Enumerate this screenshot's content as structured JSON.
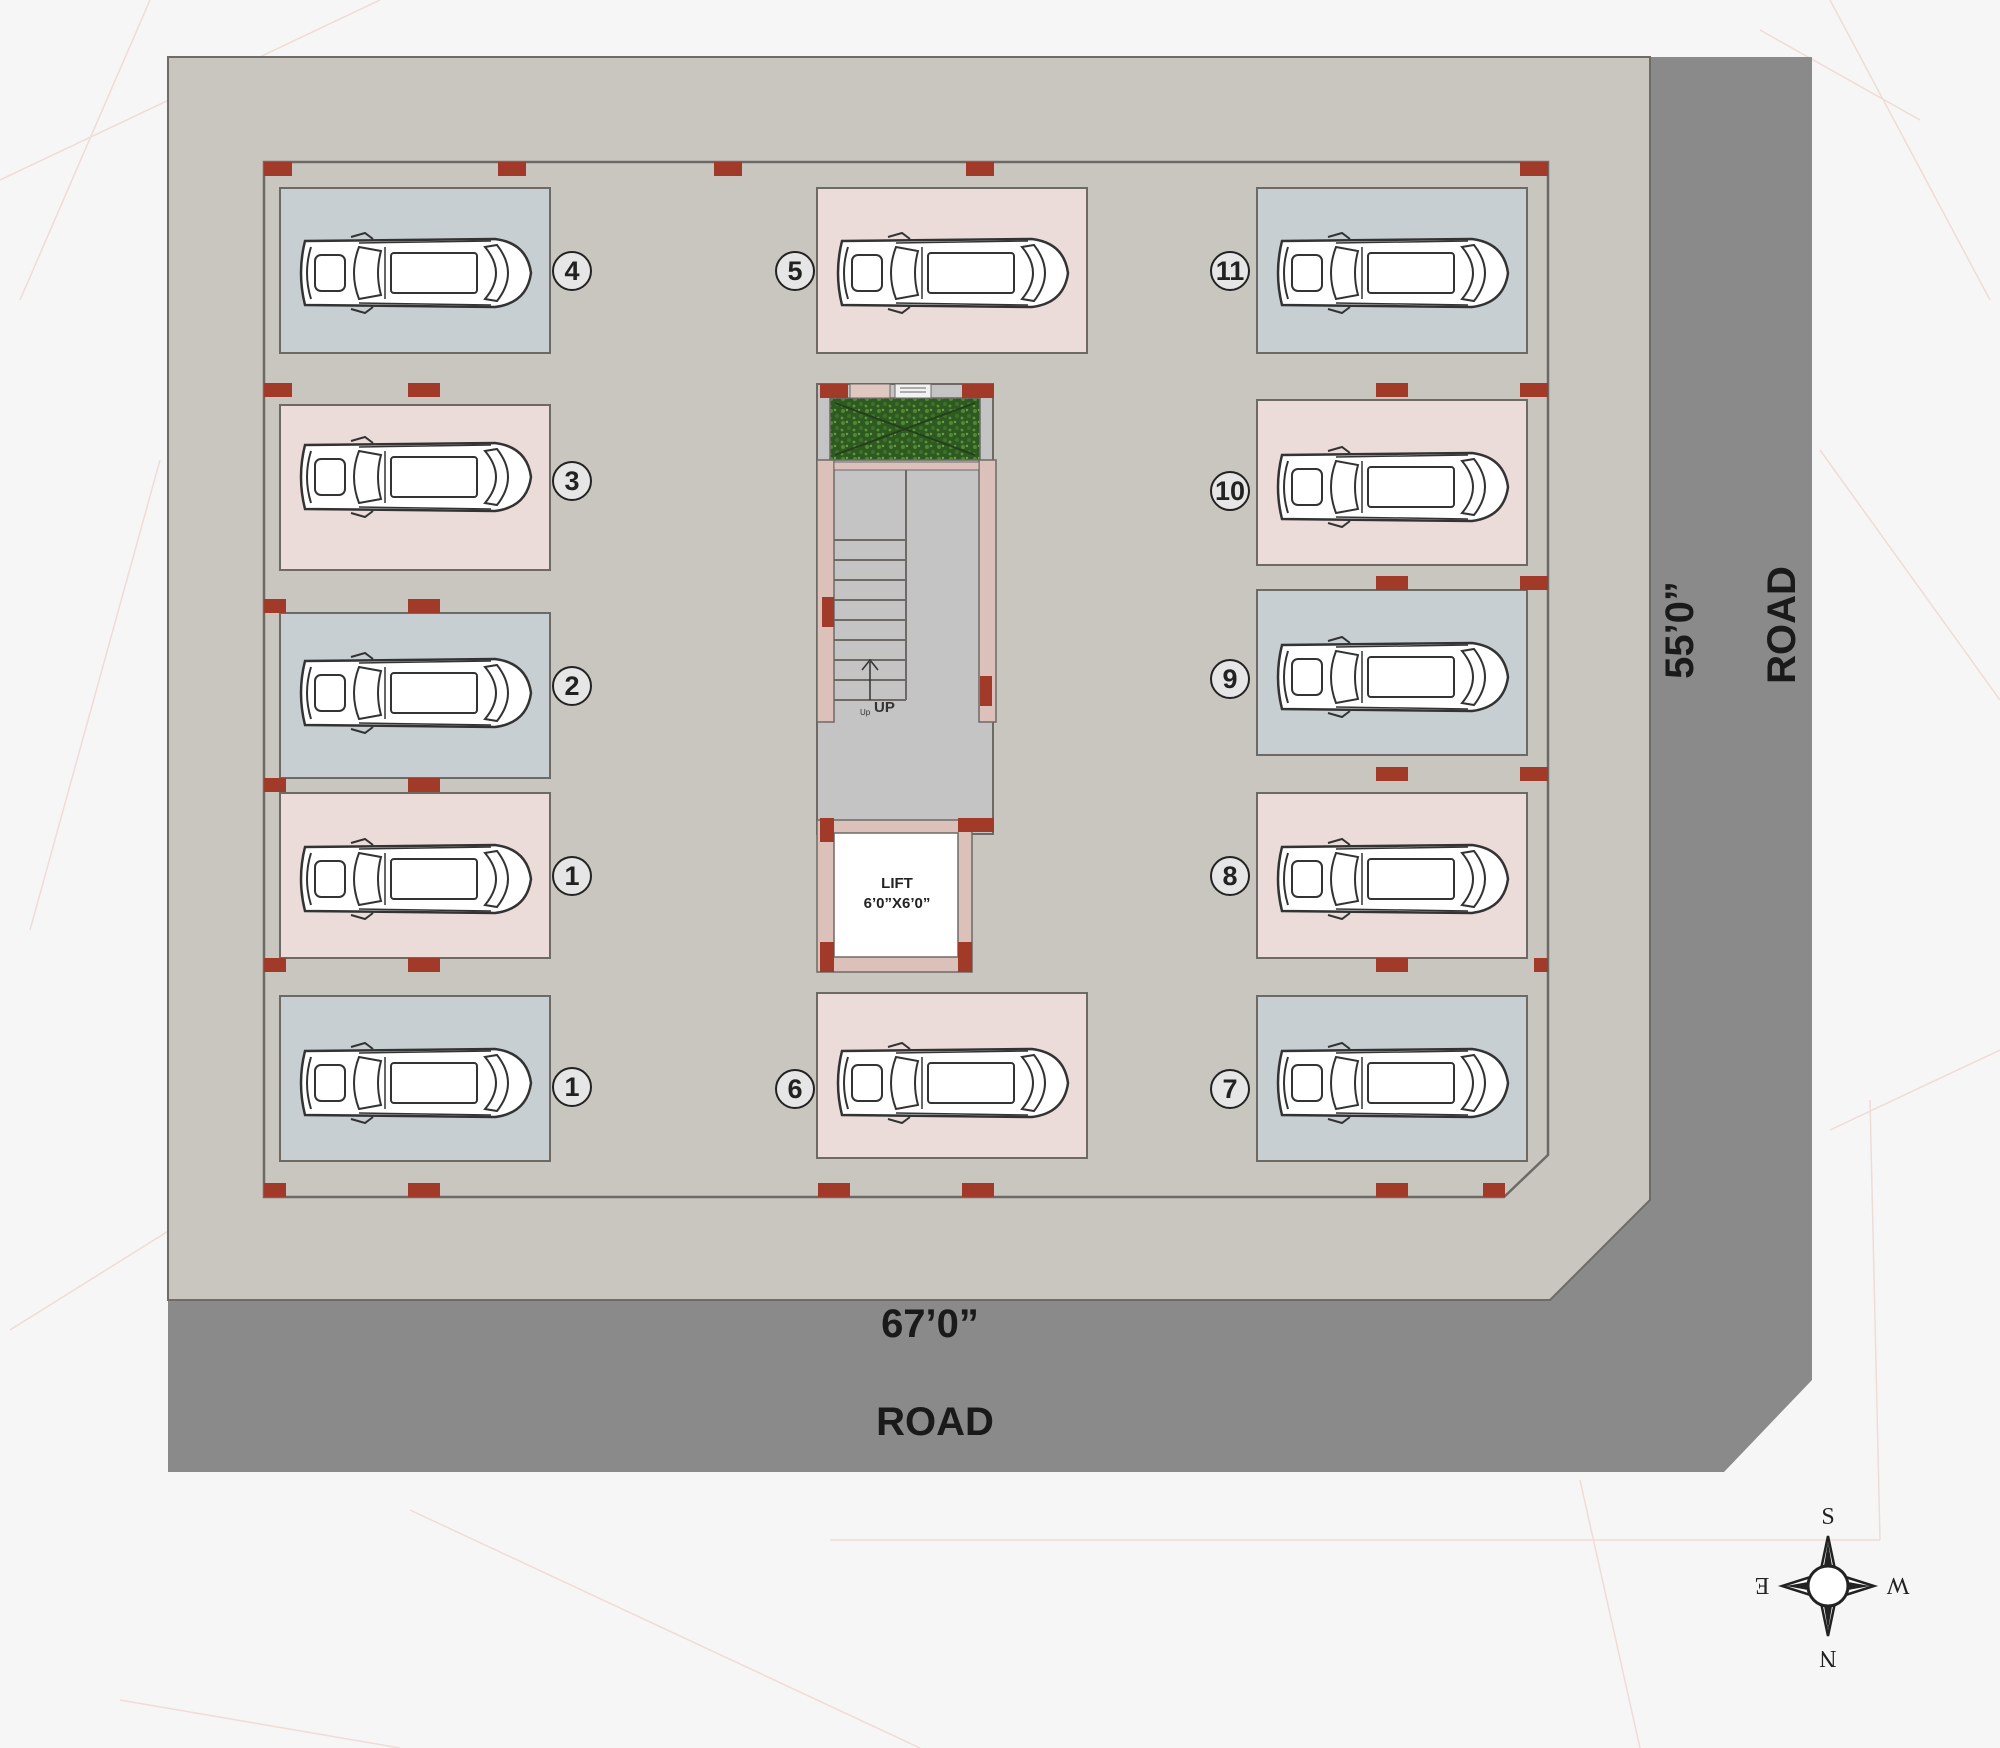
{
  "dimensions": {
    "width_label": "67’0”",
    "depth_label": "55’0”"
  },
  "roads": {
    "bottom_label": "ROAD",
    "right_label": "ROAD"
  },
  "lift": {
    "title": "LIFT",
    "size": "6’0”X6’0”"
  },
  "stair": {
    "up_label": "UP",
    "up_small_label": "Up"
  },
  "compass": {
    "north": "N",
    "south": "S",
    "east": "E",
    "west": "W"
  },
  "parking_numbers": [
    "4",
    "3",
    "2",
    "1",
    "1",
    "5",
    "6",
    "11",
    "10",
    "9",
    "8",
    "7"
  ],
  "colors": {
    "slot_blue": "#c7cfd2",
    "slot_pink": "#ebdcda",
    "pavement": "#c9c6c0",
    "road": "#8a8a8a",
    "column": "#a23a2a"
  }
}
